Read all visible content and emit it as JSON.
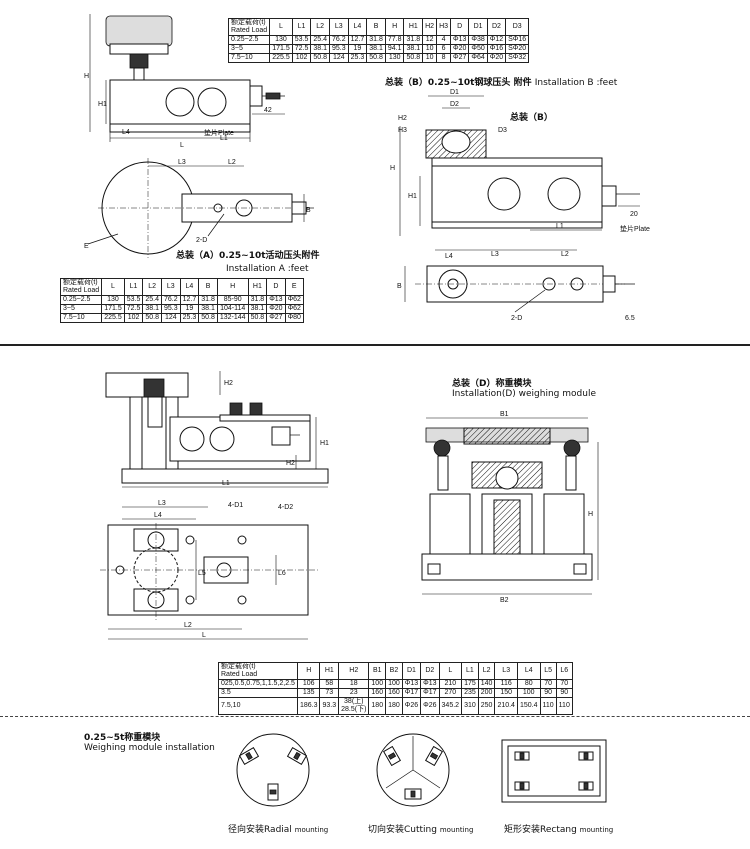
{
  "table_b": {
    "headers": [
      "额定载荷(t)\nRated Load",
      "L",
      "L1",
      "L2",
      "L3",
      "L4",
      "B",
      "H",
      "H1",
      "H2",
      "H3",
      "D",
      "D1",
      "D2",
      "D3"
    ],
    "rows": [
      [
        "0.25~2.5",
        "130",
        "53.5",
        "25.4",
        "76.2",
        "12.7",
        "31.8",
        "77.8",
        "31.8",
        "12",
        "4",
        "Φ13",
        "Φ38",
        "Φ12",
        "SΦ16"
      ],
      [
        "3~5",
        "171.5",
        "72.5",
        "38.1",
        "95.3",
        "19",
        "38.1",
        "94.1",
        "38.1",
        "10",
        "6",
        "Φ20",
        "Φ50",
        "Φ16",
        "SΦ20"
      ],
      [
        "7.5~10",
        "225.5",
        "102",
        "50.8",
        "124",
        "25.3",
        "50.8",
        "130",
        "50.8",
        "10",
        "8",
        "Φ27",
        "Φ64",
        "Φ20",
        "SΦ32"
      ]
    ]
  },
  "table_a": {
    "headers": [
      "额定载荷(t)\nRated Load",
      "L",
      "L1",
      "L2",
      "L3",
      "L4",
      "B",
      "H",
      "H1",
      "D",
      "E"
    ],
    "rows": [
      [
        "0.25~2.5",
        "130",
        "53.5",
        "25.4",
        "76.2",
        "12.7",
        "31.8",
        "85-90",
        "31.8",
        "Φ13",
        "Φ62"
      ],
      [
        "3~5",
        "171.5",
        "72.5",
        "38.1",
        "95.3",
        "19",
        "38.1",
        "104-114",
        "38.1",
        "Φ20",
        "Φ62"
      ],
      [
        "7.5~10",
        "225.5",
        "102",
        "50.8",
        "124",
        "25.3",
        "50.8",
        "132-144",
        "50.8",
        "Φ27",
        "Φ80"
      ]
    ]
  },
  "table_d": {
    "headers": [
      "额定载荷(t)\nRated Load",
      "H",
      "H1",
      "H2",
      "B1",
      "B2",
      "D1",
      "D2",
      "L",
      "L1",
      "L2",
      "L3",
      "L4",
      "L5",
      "L6"
    ],
    "rows": [
      [
        "025,0.5,0.75,1,1.5,2,2.5",
        "106",
        "58",
        "18",
        "100",
        "100",
        "Φ13",
        "Φ13",
        "210",
        "175",
        "140",
        "116",
        "80",
        "70",
        "70"
      ],
      [
        "3.5",
        "135",
        "73",
        "23",
        "160",
        "160",
        "Φ17",
        "Φ17",
        "270",
        "235",
        "200",
        "150",
        "100",
        "90",
        "90"
      ],
      [
        "7.5,10",
        "186.3",
        "93.3",
        "38(上)\n28.5(下)",
        "180",
        "180",
        "Φ26",
        "Φ26",
        "345.2",
        "310",
        "250",
        "210.4",
        "150.4",
        "110",
        "110"
      ]
    ]
  },
  "captions": {
    "b_install_cn": "总装（B）0.25~10t钢球压头 附件",
    "b_install_en": "Installation B :feet",
    "b_assembly": "总装（B）",
    "a_install_cn": "总装（A）0.25~10t活动压头附件",
    "a_install_en": "Installation A :feet",
    "d_module_cn": "总装（D）称重模块",
    "d_module_en": "Installation(D) weighing module",
    "module_cn": "0.25~5t称重模块",
    "module_en": "Weighing module installation",
    "radial": "径向安装Radial",
    "radial_sm": "mounting",
    "cutting": "切向安装Cutting",
    "cutting_sm": "mounting",
    "rect": "矩形安装Rectang",
    "rect_sm": "mounting"
  },
  "labels": {
    "plate": "垫片Plate",
    "plate2": "垫片Plate",
    "H": "H",
    "H1": "H1",
    "H2": "H2",
    "H3": "H3",
    "L": "L",
    "L1": "L1",
    "L2": "L2",
    "L3": "L3",
    "L4": "L4",
    "L5": "L5",
    "L6": "L6",
    "B": "B",
    "B1": "B1",
    "B2": "B2",
    "D1": "D1",
    "D2": "D2",
    "D3": "D3",
    "E": "E",
    "twoD": "2-D",
    "fourD1": "4-D1",
    "fourD2": "4-D2",
    "n42": "42",
    "n20": "20",
    "n65": "6.5"
  }
}
